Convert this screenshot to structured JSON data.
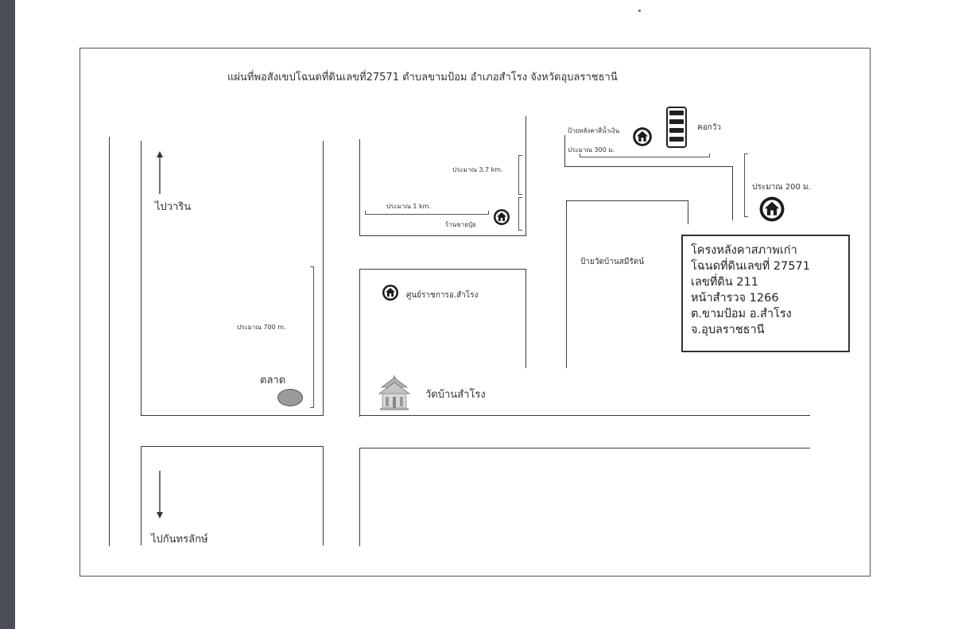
{
  "map": {
    "title": "แผ่นที่พอสังเขปโฉนดที่ดินเลขที่27571 ตำบลขามป้อม อำเภอสำโรง จังหวัดอุบลราชธานี",
    "directions": {
      "north": "ไปวาริน",
      "south": "ไปกันทรลักษ์"
    },
    "distances": {
      "km_3_7": "ประมาณ 3.7 km.",
      "km_1": "ประมาณ 1 km.",
      "m_300": "ประมาณ 300 ม.",
      "m_200": "ประมาณ 200 ม.",
      "m_700": "ประมาณ 700  m."
    },
    "places": {
      "shop": "ร้านขายปุ๋ย",
      "center": "ศูนย์ราชการอ.สำโรง",
      "temple": "วัดบ้านสำโรง",
      "market": "ตลาด",
      "sign_top": "ป้ายหลังคาสีน้ำเงิน",
      "crossroad": "คอกวัว",
      "temple_sign": "ป้ายวัดบ้านสมีรัตน์"
    },
    "property_box": {
      "line1": "โครงหลังคาสภาพเก่า",
      "line2": "โฉนดที่ดินเลขที่ 27571",
      "line3": "เลขที่ดิน 211",
      "line4": "หน้าสำรวจ 1266",
      "line5": "ต.ขามป้อม อ.สำโรง",
      "line6": "จ.อุบลราชธานี"
    }
  },
  "icons": {
    "home": "home-icon",
    "temple": "temple-icon",
    "crosswalk": "crosswalk-icon",
    "arrow_up": "arrow-up-icon",
    "arrow_down": "arrow-down-icon",
    "market": "market-marker"
  },
  "colors": {
    "sidebar": "#4a4f55",
    "lines": "#3a3a3a",
    "market_fill": "#9a9a9a"
  }
}
